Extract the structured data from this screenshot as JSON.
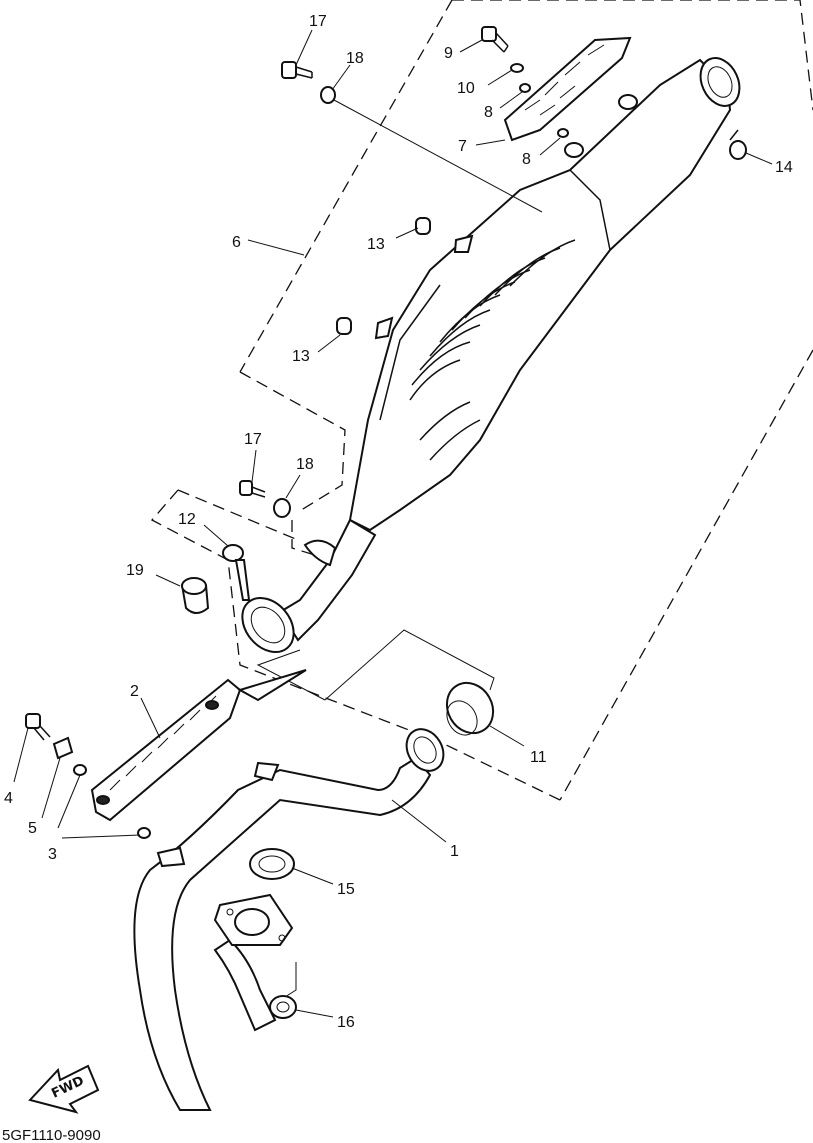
{
  "diagram": {
    "code": "5GF1110-9090",
    "fwd_label": "FWD",
    "callouts": [
      "1",
      "2",
      "3",
      "4",
      "5",
      "6",
      "7",
      "8",
      "8",
      "9",
      "10",
      "11",
      "12",
      "13",
      "13",
      "14",
      "15",
      "16",
      "17",
      "17",
      "18",
      "18",
      "19"
    ]
  }
}
